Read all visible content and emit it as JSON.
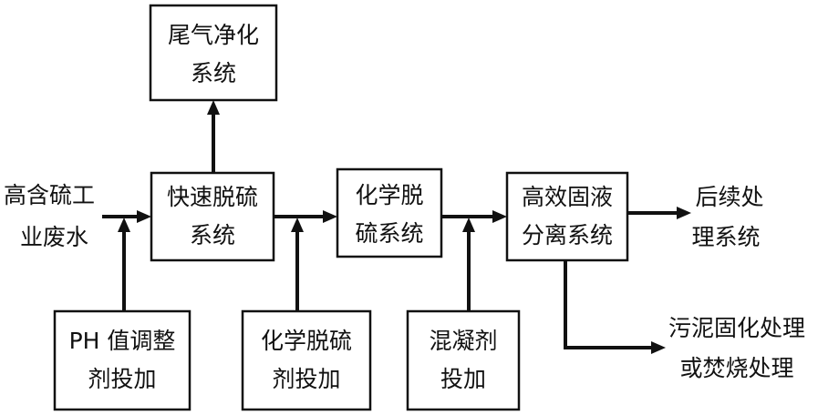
{
  "nodes": {
    "input": {
      "line1": "高含硫工",
      "line2": "业废水"
    },
    "tail_gas": {
      "line1": "尾气净化",
      "line2": "系统"
    },
    "fast_desulf": {
      "line1": "快速脱硫",
      "line2": "系统"
    },
    "chem_desulf": {
      "line1": "化学脱",
      "line2": "硫系统"
    },
    "solid_liquid": {
      "line1": "高效固液",
      "line2": "分离系统"
    },
    "subsequent": {
      "line1": "后续处",
      "line2": "理系统"
    },
    "ph_dosing": {
      "line1": "PH 值调整",
      "line2": "剂投加"
    },
    "chem_dosing": {
      "line1": "化学脱硫",
      "line2": "剂投加"
    },
    "coag_dosing": {
      "line1": "混凝剂",
      "line2": "投加"
    },
    "sludge": {
      "line1": "污泥固化处理",
      "line2": "或焚烧处理"
    }
  }
}
